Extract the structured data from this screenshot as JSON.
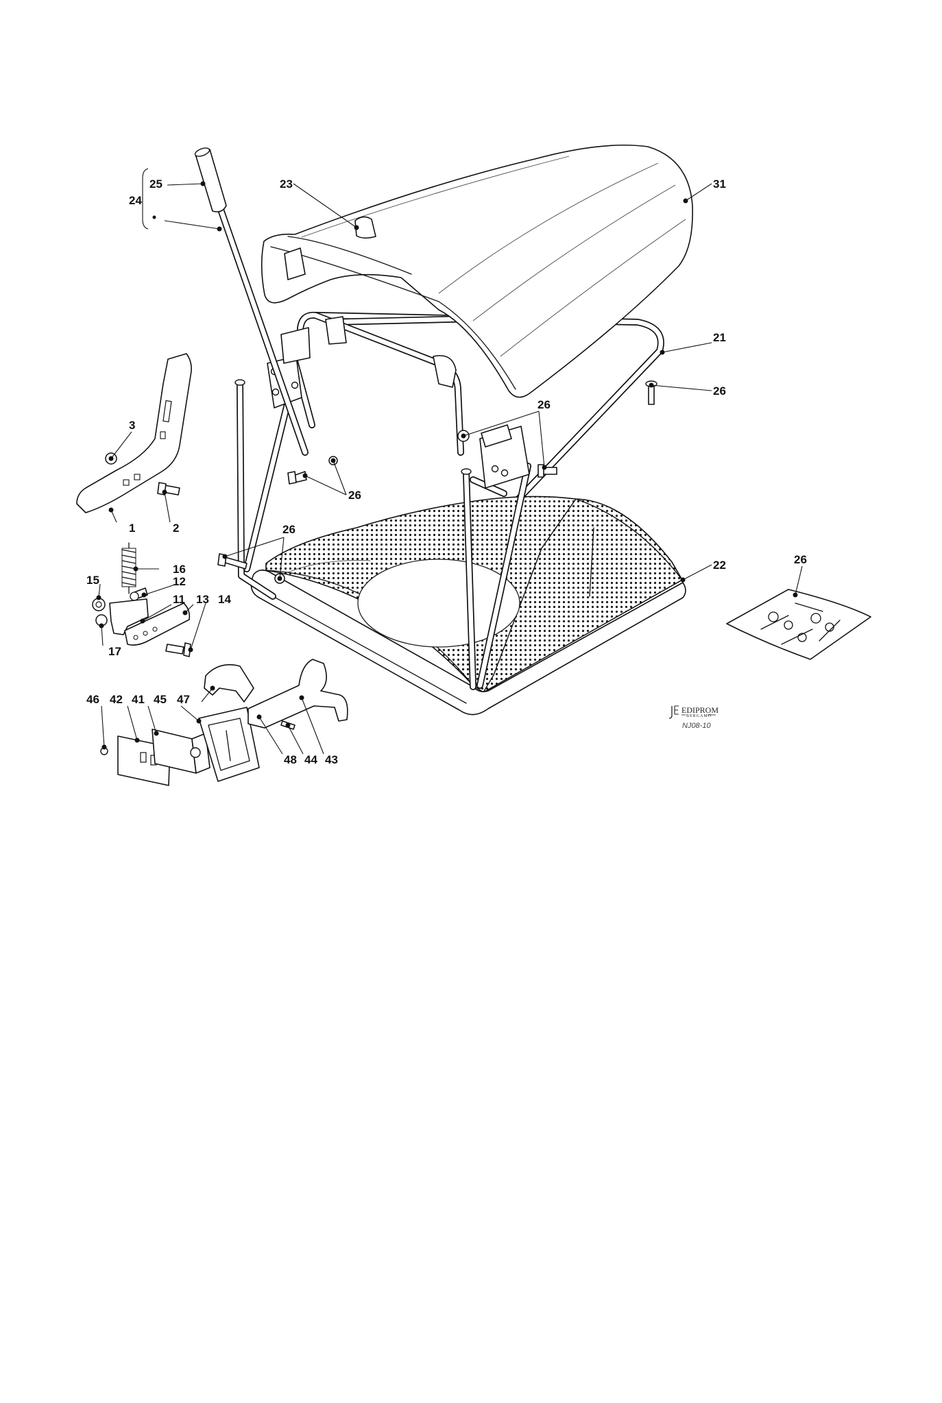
{
  "drawing": {
    "brand_name": "EDIPROM",
    "brand_city": "BERGAMO",
    "drawing_code": "NJ08-10"
  },
  "callouts": [
    {
      "id": "c25",
      "text": "25"
    },
    {
      "id": "c24",
      "text": "24"
    },
    {
      "id": "c23",
      "text": "23"
    },
    {
      "id": "c31",
      "text": "31"
    },
    {
      "id": "c21",
      "text": "21"
    },
    {
      "id": "c26a",
      "text": "26"
    },
    {
      "id": "c26b",
      "text": "26"
    },
    {
      "id": "c26c",
      "text": "26"
    },
    {
      "id": "c26d",
      "text": "26"
    },
    {
      "id": "c26e",
      "text": "26"
    },
    {
      "id": "c3",
      "text": "3"
    },
    {
      "id": "c1",
      "text": "1"
    },
    {
      "id": "c2",
      "text": "2"
    },
    {
      "id": "c16",
      "text": "16"
    },
    {
      "id": "c15",
      "text": "15"
    },
    {
      "id": "c12",
      "text": "12"
    },
    {
      "id": "c11",
      "text": "11"
    },
    {
      "id": "c13",
      "text": "13"
    },
    {
      "id": "c14",
      "text": "14"
    },
    {
      "id": "c17",
      "text": "17"
    },
    {
      "id": "c22",
      "text": "22"
    },
    {
      "id": "c46",
      "text": "46"
    },
    {
      "id": "c42",
      "text": "42"
    },
    {
      "id": "c41",
      "text": "41"
    },
    {
      "id": "c45",
      "text": "45"
    },
    {
      "id": "c47",
      "text": "47"
    },
    {
      "id": "c48",
      "text": "48"
    },
    {
      "id": "c44",
      "text": "44"
    },
    {
      "id": "c43",
      "text": "43"
    }
  ]
}
